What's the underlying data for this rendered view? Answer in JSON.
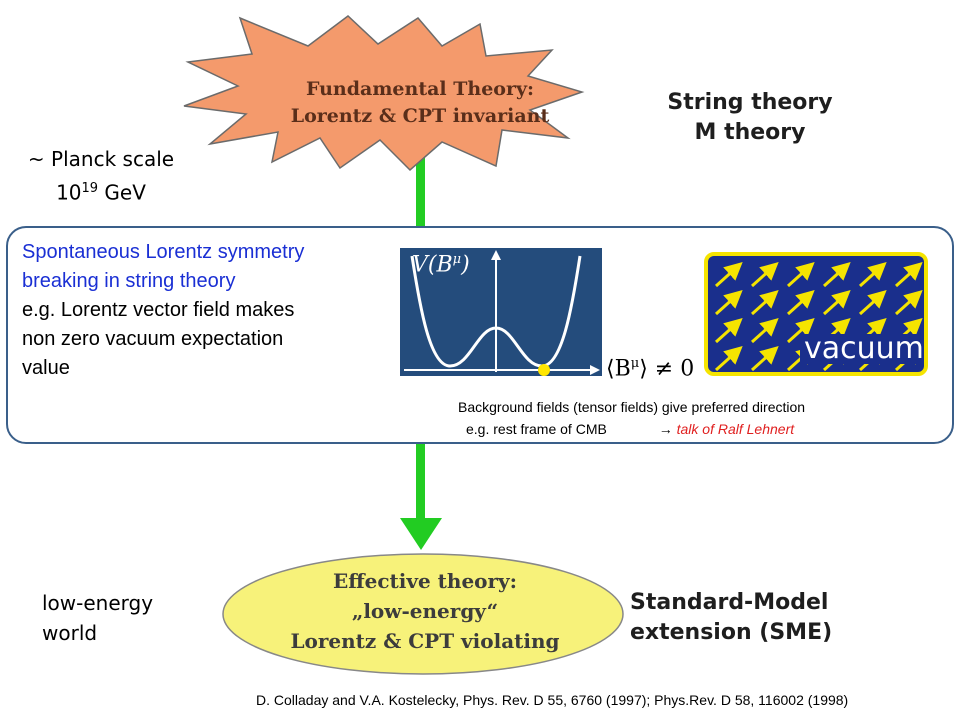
{
  "top": {
    "star_line1": "Fundamental Theory:",
    "star_line2": "Lorentz & CPT invariant",
    "side_line1": "String theory",
    "side_line2": "M theory"
  },
  "planck": {
    "line1": "~ Planck scale",
    "base": "10",
    "exp": "19",
    "unit": " GeV"
  },
  "box": {
    "blue_line1": "Spontaneous Lorentz symmetry",
    "blue_line2": "breaking in string theory",
    "black_line1": "e.g. Lorentz vector field makes",
    "black_line2": "non zero vacuum expectation",
    "black_line3": "value",
    "potential_label": "V(B",
    "potential_sup": "μ",
    "potential_close": ")",
    "vev_label": "⟨B",
    "vev_sup": "μ",
    "vev_rest": "⟩ ≠ 0",
    "vacuum_label": "vacuum",
    "bg_line1": "Background fields (tensor fields) give preferred direction",
    "bg_line2_prefix": "e.g. rest frame of CMB",
    "arrow": "→",
    "bg_line2_talk": "talk of Ralf Lehnert"
  },
  "bottom": {
    "ellipse_line1": "Effective theory:",
    "ellipse_line2": "„low-energy“",
    "ellipse_line3": "Lorentz & CPT violating",
    "side_line1": "Standard-Model",
    "side_line2": "extension (SME)",
    "left_line1": "low-energy",
    "left_line2": "world"
  },
  "citation": "D. Colladay and V.A. Kostelecky, Phys. Rev. D 55, 6760 (1997); Phys.Rev. D 58, 116002 (1998)",
  "colors": {
    "star_fill": "#f49a6c",
    "ellipse_fill": "#f7f27a",
    "arrow_green": "#22cc22",
    "plot_bg": "#244c7c",
    "box_border": "#3a5f8a",
    "vacuum_border": "#f5e400",
    "vacuum_bg": "#1a2f8c"
  }
}
